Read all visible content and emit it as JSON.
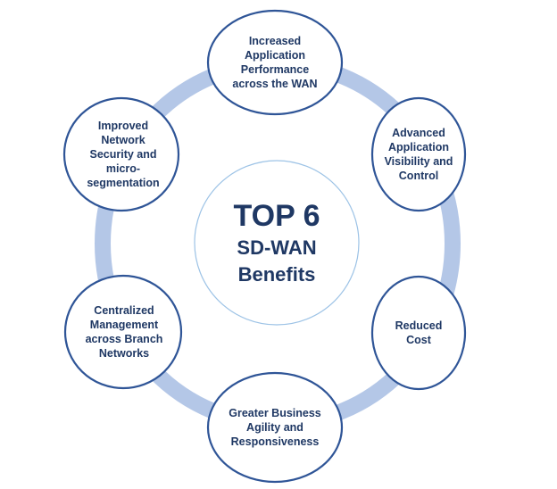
{
  "center": {
    "title": "TOP 6",
    "subtitle_line1": "SD-WAN",
    "subtitle_line2": "Benefits"
  },
  "benefits": [
    "Increased Application Performance across the WAN",
    "Advanced Application Visibility and Control",
    "Reduced Cost",
    "Greater Business Agility and Responsiveness",
    "Centralized Management across Branch Networks",
    "Improved Network Security and micro-segmentation"
  ],
  "colors": {
    "ring": "#b4c7e7",
    "node_border": "#2f5597",
    "text": "#1f3864",
    "center_border": "#9dc3e6"
  }
}
